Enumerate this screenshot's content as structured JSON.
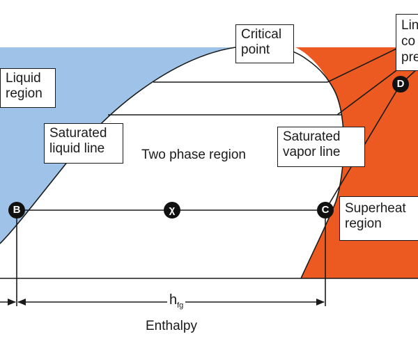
{
  "colors": {
    "liquid": "#9fc3e8",
    "superheated": "#ec5a22",
    "line": "#1a1a1a",
    "marker": "#111111",
    "background": "#ffffff"
  },
  "labels": {
    "critical_point": [
      "Critical",
      "point"
    ],
    "liquid_region": [
      "Liquid",
      "region"
    ],
    "saturated_liquid_line": [
      "Saturated",
      "liquid line"
    ],
    "two_phase_region": "Two phase region",
    "saturated_vapor_line": [
      "Saturated",
      "vapor line"
    ],
    "superheated_region": [
      "Superheat",
      "region"
    ],
    "lines_constant_pressure": [
      "Lin",
      "co",
      "pre"
    ],
    "x_axis": "Enthalpy",
    "hfg": "h",
    "hfg_sub": "fg"
  },
  "markers": {
    "b": "B",
    "x": "χ",
    "c": "C",
    "d": "D"
  }
}
